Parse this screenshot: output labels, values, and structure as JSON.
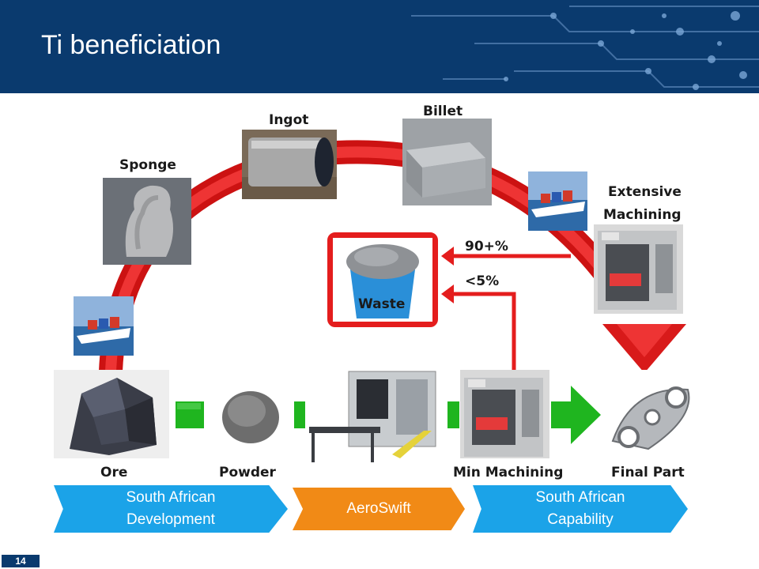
{
  "slide": {
    "title": "Ti beneficiation",
    "page_number": "14"
  },
  "stages": {
    "ore": "Ore",
    "powder": "Powder",
    "min_machining": "Min Machining",
    "final_part": "Final Part",
    "sponge": "Sponge",
    "ingot": "Ingot",
    "billet": "Billet",
    "extensive_machining_line1": "Extensive",
    "extensive_machining_line2": "Machining"
  },
  "waste": {
    "label": "Waste",
    "high": "90+%",
    "low": "<5%"
  },
  "chevrons": {
    "sa_development_line1": "South African",
    "sa_development_line2": "Development",
    "aeroswift": "AeroSwift",
    "sa_capability_line1": "South African",
    "sa_capability_line2": "Capability"
  },
  "colors": {
    "header": "#0a3a6e",
    "arc_red": "#e41d1d",
    "arrow_green": "#1fb51f",
    "chevron_blue": "#1ba3e8",
    "chevron_orange": "#f18a16"
  }
}
